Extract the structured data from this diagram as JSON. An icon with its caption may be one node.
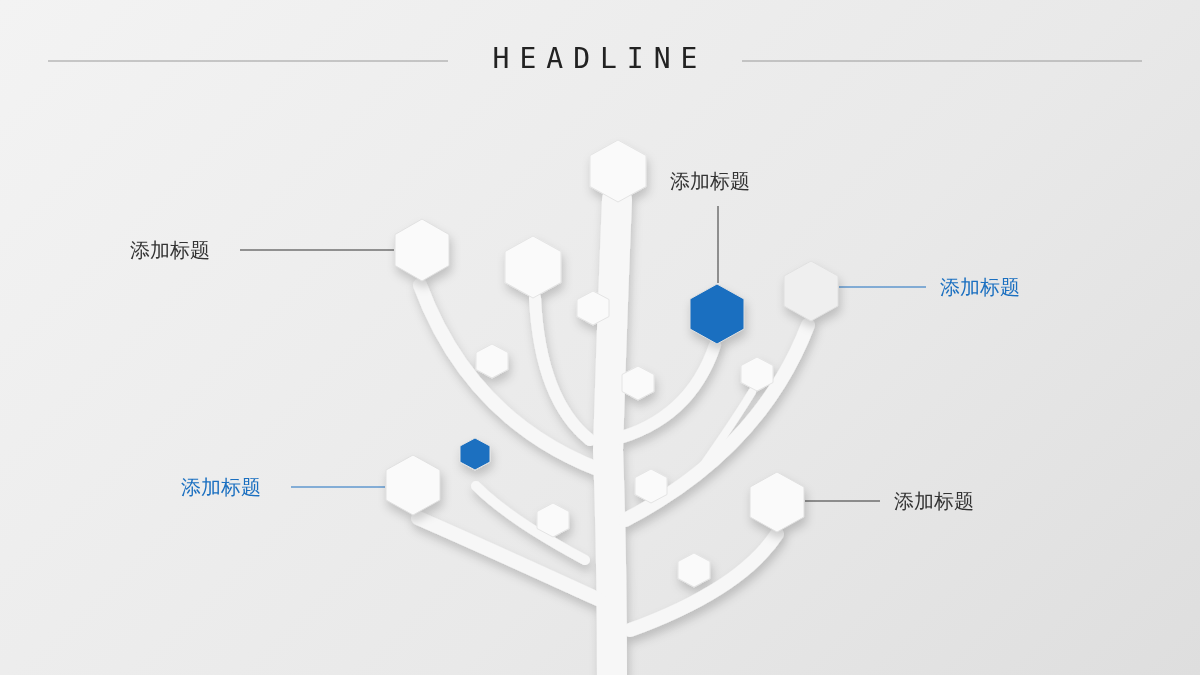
{
  "diagram": {
    "title": "HEADLINE",
    "nodes": [
      {
        "text": [
          "添加标题"
        ]
      },
      {
        "text": [],
        "shape": "hexagon"
      },
      {
        "text": [
          "添加标题"
        ]
      },
      {
        "text": [],
        "shape": "hexagon"
      },
      {
        "text": [
          "添加标题"
        ]
      },
      {
        "text": [],
        "shape": "hexagon"
      },
      {
        "text": [
          "添加标题"
        ]
      },
      {
        "text": [],
        "shape": "hexagon"
      },
      {
        "text": [
          "添加标题"
        ]
      },
      {
        "text": [],
        "shape": "hexagon"
      }
    ],
    "edges": [
      {
        "from": 0,
        "to": 1,
        "arrow": "none"
      },
      {
        "from": 2,
        "to": 3,
        "arrow": "none"
      },
      {
        "from": 4,
        "to": 5,
        "arrow": "none",
        "color": "#1a6fc0"
      },
      {
        "from": 6,
        "to": 7,
        "arrow": "none",
        "color": "#1a6fc0"
      },
      {
        "from": 8,
        "to": 9,
        "arrow": "none"
      }
    ]
  }
}
